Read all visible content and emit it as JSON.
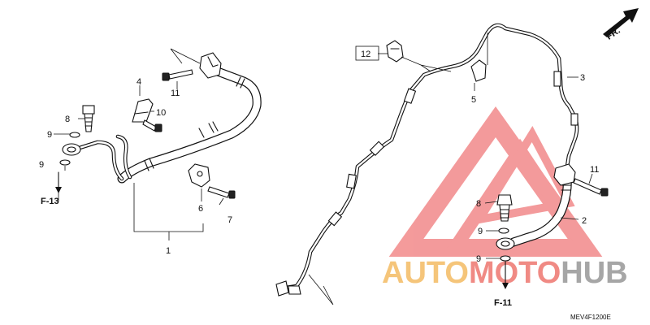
{
  "diagram": {
    "callouts": {
      "c1": "1",
      "c2": "2",
      "c3": "3",
      "c4": "4",
      "c5": "5",
      "c6": "6",
      "c7": "7",
      "c8_left": "8",
      "c8_right": "8",
      "c9_left_a": "9",
      "c9_left_b": "9",
      "c9_right_a": "9",
      "c9_right_b": "9",
      "c10": "10",
      "c11_left": "11",
      "c11_right": "11",
      "c12": "12"
    },
    "references": {
      "left": "F-13",
      "right": "F-11"
    },
    "direction_label": "FR.",
    "drawing_code": "MEV4F1200E"
  },
  "watermark": {
    "brand_auto": "AUTO",
    "brand_moto": "MOTO",
    "brand_hub": "HUB",
    "colors": {
      "auto": "#f5c57a",
      "moto": "#f08a84",
      "hub": "#a6a6a6",
      "logo": "#f0797a"
    }
  }
}
